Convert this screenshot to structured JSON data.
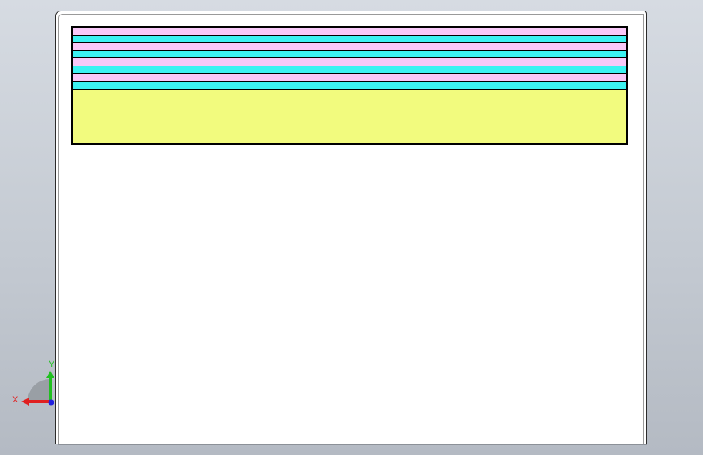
{
  "viewport": {
    "background_colors": [
      "#d6dbe2",
      "#b4bac3"
    ]
  },
  "model": {
    "layers": [
      {
        "name": "pink-layer-1",
        "color": "#f8c8f8"
      },
      {
        "name": "cyan-layer-1",
        "color": "#3cf2f2"
      },
      {
        "name": "pink-layer-2",
        "color": "#f8c8f8"
      },
      {
        "name": "cyan-layer-2",
        "color": "#3cf2f2"
      },
      {
        "name": "pink-layer-3",
        "color": "#f8c8f8"
      },
      {
        "name": "cyan-layer-3",
        "color": "#3cf2f2"
      },
      {
        "name": "pink-layer-4",
        "color": "#f8c8f8"
      },
      {
        "name": "cyan-layer-4",
        "color": "#3cf2f2"
      }
    ],
    "base_color": "#f2fb7e"
  },
  "triad": {
    "x_label": "X",
    "y_label": "Y",
    "x_color": "#e02020",
    "y_color": "#20c020",
    "z_color": "#2020e0"
  }
}
